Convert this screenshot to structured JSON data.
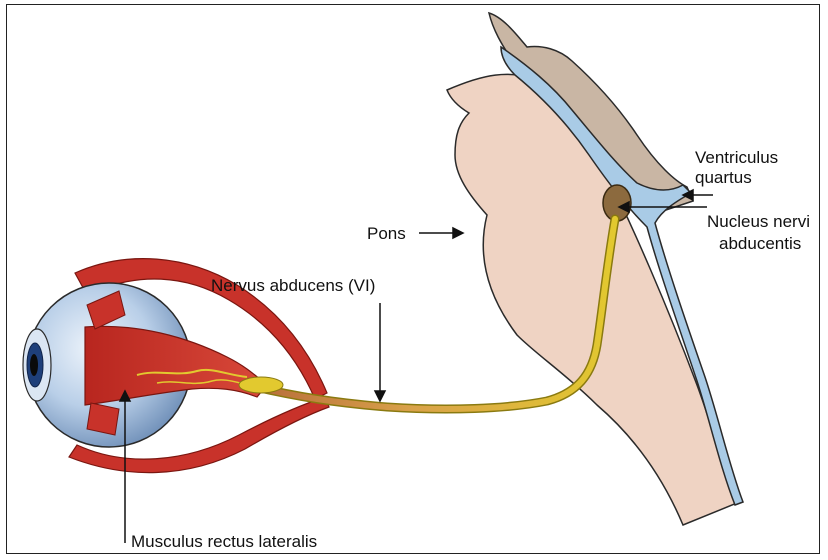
{
  "labels": {
    "ventriculus_line1": "Ventriculus",
    "ventriculus_line2": "quartus",
    "nucleus_line1": "Nucleus nervi",
    "nucleus_line2": "abducentis",
    "pons": "Pons",
    "nervus": "Nervus abducens (VI)",
    "musculus": "Musculus rectus lateralis"
  },
  "colors": {
    "brainstem": "#efd3c3",
    "brainstem_outline": "#2a2a2a",
    "ventricle": "#a9cbe6",
    "cerebellum": "#c9b6a4",
    "nucleus": "#8c6a3e",
    "nerve": "#e2c92f",
    "nerve_outline": "#8a7a10",
    "muscle": "#c8322a",
    "muscle_dark": "#8e1b16",
    "eyeball": "#b9cfe8",
    "eyeball_light": "#e9f0f8",
    "iris": "#1e3f7a"
  },
  "icons": [
    "eyeball-icon",
    "arrow-icon"
  ]
}
